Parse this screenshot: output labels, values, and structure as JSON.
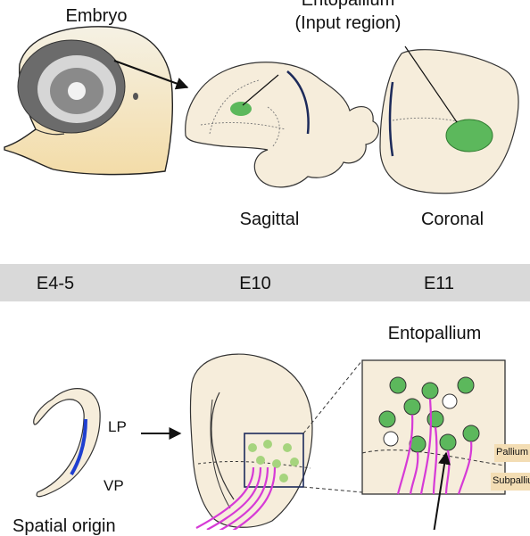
{
  "top_labels": {
    "embryo": "Embryo",
    "entopallium_line1": "Entopallium",
    "entopallium_line2": "(Input region)",
    "sagittal": "Sagittal",
    "coronal": "Coronal"
  },
  "stages": [
    "E4-5",
    "E10",
    "E11"
  ],
  "bottom_labels": {
    "entopallium": "Entopallium",
    "lp": "LP",
    "vp": "VP",
    "spatial_origin": "Spatial origin",
    "pallium": "Pallium",
    "subpallium": "Subpallium"
  },
  "colors": {
    "tissue": "#f6eddb",
    "green": "#5cb85c",
    "light_green": "#a6d47e",
    "magenta": "#d63ad6",
    "blue": "#1f3fd0",
    "band": "#d9d9d9",
    "label_band": "#f3ddb4"
  }
}
